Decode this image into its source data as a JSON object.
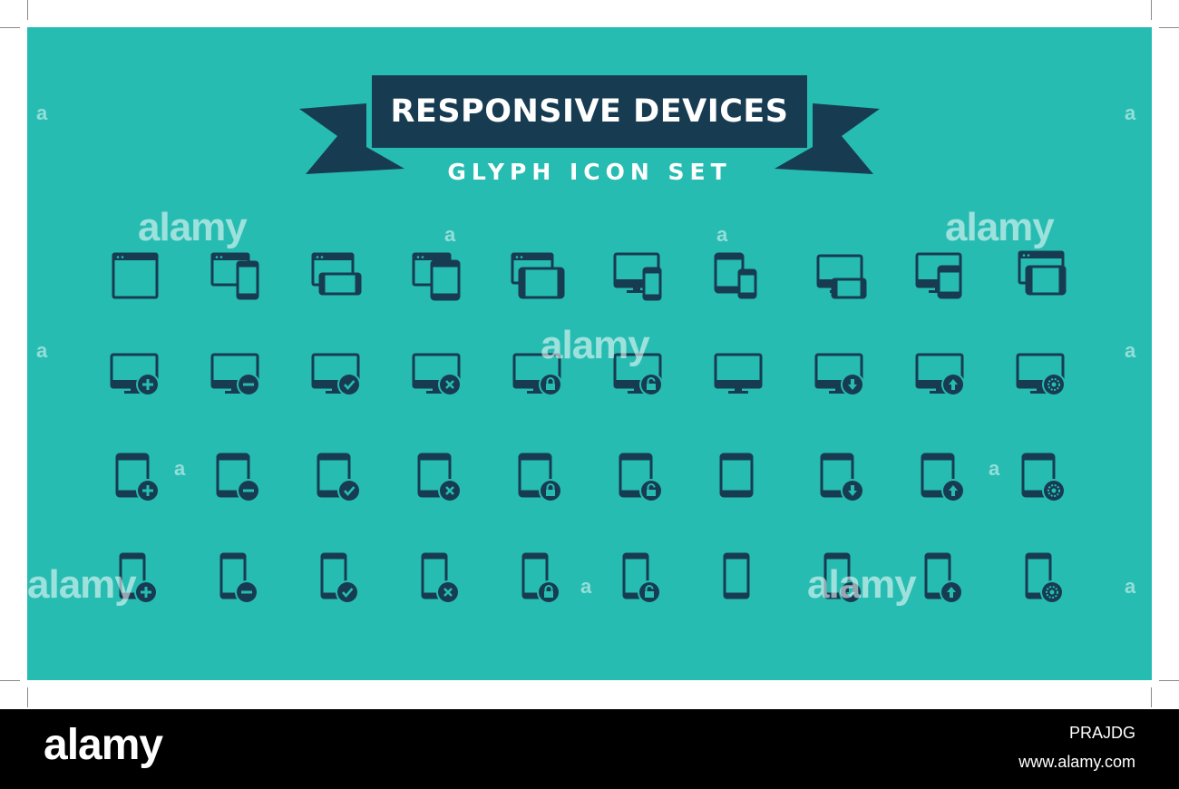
{
  "banner": {
    "title": "RESPONSIVE DEVICES",
    "subtitle": "GLYPH ICON SET"
  },
  "colors": {
    "background": "#27bcb2",
    "icon": "#173c52",
    "text": "#ffffff",
    "footer": "#000000"
  },
  "watermark": {
    "text": "alamy",
    "small": "a"
  },
  "footer": {
    "logo": "alamy",
    "image_id": "PRAJDG",
    "url": "www.alamy.com"
  },
  "rows": [
    {
      "device": "multi",
      "icons": [
        "browser-window-icon",
        "browser-phone-icon",
        "browser-phone-landscape-icon",
        "browser-tablet-icon",
        "browser-tablet-landscape-icon",
        "monitor-phone-icon",
        "tablet-phone-icon",
        "monitor-phone-landscape-icon",
        "monitor-tablet-icon",
        "browser-tablet-stack-icon"
      ]
    },
    {
      "device": "monitor",
      "badges": [
        "plus",
        "minus",
        "check",
        "close",
        "lock",
        "unlock",
        "none",
        "download",
        "upload",
        "settings"
      ]
    },
    {
      "device": "tablet",
      "badges": [
        "plus",
        "minus",
        "check",
        "close",
        "lock",
        "unlock",
        "none",
        "download",
        "upload",
        "settings"
      ]
    },
    {
      "device": "phone",
      "badges": [
        "plus",
        "minus",
        "check",
        "close",
        "lock",
        "unlock",
        "none",
        "download",
        "upload",
        "settings"
      ]
    }
  ]
}
